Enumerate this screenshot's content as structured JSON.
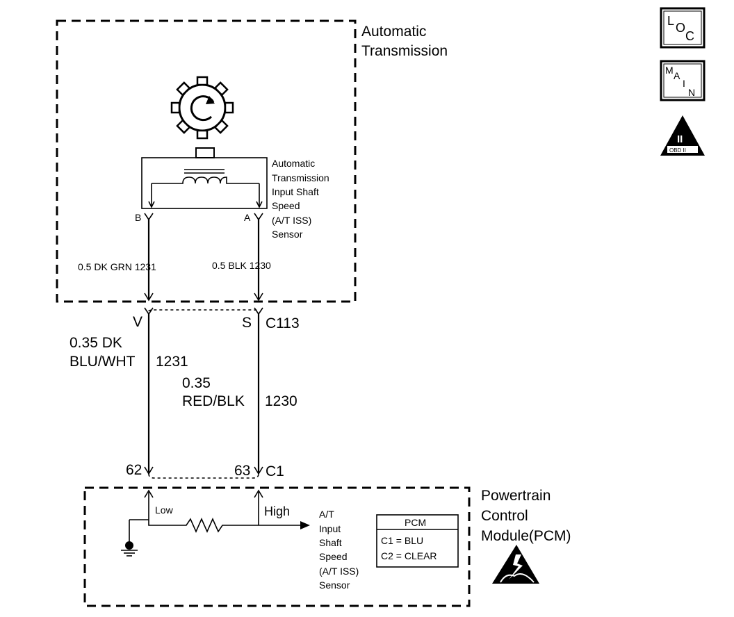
{
  "transmission": {
    "label_line1": "Automatic",
    "label_line2": "Transmission"
  },
  "sensor": {
    "label_lines": [
      "Automatic",
      "Transmission",
      "Input Shaft",
      "Speed",
      "(A/T ISS)",
      "Sensor"
    ],
    "pin_b": "B",
    "pin_a": "A"
  },
  "wires_upper": {
    "left": "0.5 DK GRN 1231",
    "right": "0.5 BLK 1230"
  },
  "connector_c113": {
    "pin_left": "V",
    "pin_right": "S",
    "name": "C113"
  },
  "wires_lower": {
    "left_line1": "0.35 DK",
    "left_line2": "BLU/WHT",
    "left_circuit": "1231",
    "right_line1": "0.35",
    "right_line2": "RED/BLK",
    "right_circuit": "1230"
  },
  "connector_c1": {
    "pin_left": "62",
    "pin_right": "63",
    "name": "C1"
  },
  "pcm": {
    "label_lines": [
      "Powertrain",
      "Control",
      "Module(PCM)"
    ],
    "low": "Low",
    "high": "High",
    "input_lines": [
      "A/T",
      "Input",
      "Shaft",
      "Speed",
      "(A/T ISS)",
      "Sensor"
    ],
    "table_title": "PCM",
    "table_rows": [
      "C1 = BLU",
      "C2 = CLEAR"
    ]
  },
  "icons": {
    "loc_l": "L",
    "loc_o": "O",
    "loc_c": "C",
    "main_m": "M",
    "main_a": "A",
    "main_i": "I",
    "main_n": "N",
    "obd_roman": "II",
    "obd_text": "OBD II"
  }
}
